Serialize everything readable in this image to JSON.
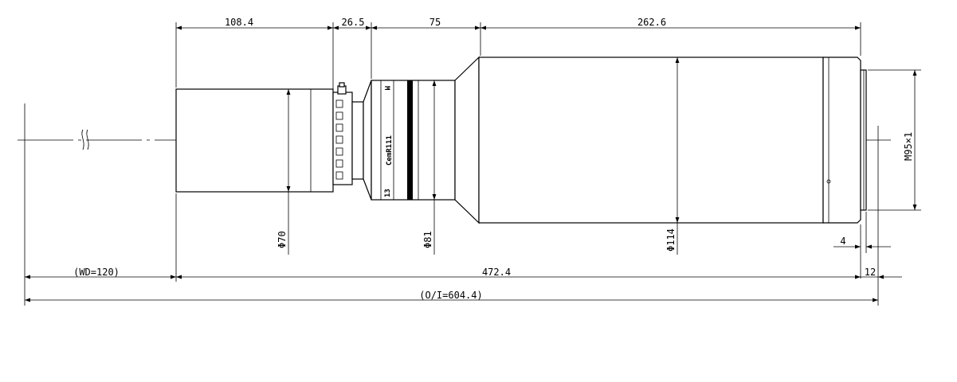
{
  "dimensions": {
    "front_length": "108.4",
    "focus_section": "26.5",
    "middle_section": "75",
    "rear_length": "262.6",
    "dia_front": "Φ70",
    "dia_middle": "Φ81",
    "dia_rear": "Φ114",
    "thread": "M95×1",
    "flange_offset": "4",
    "working_distance": "(WD=120)",
    "body_length": "472.4",
    "rear_extension": "12",
    "object_to_image": "(O/I=604.4)"
  },
  "barrel_marking": "CemR111",
  "barrel_mark_letter": "M",
  "barrel_side_text": "13",
  "colors": {
    "line": "#000000",
    "background": "#ffffff"
  }
}
